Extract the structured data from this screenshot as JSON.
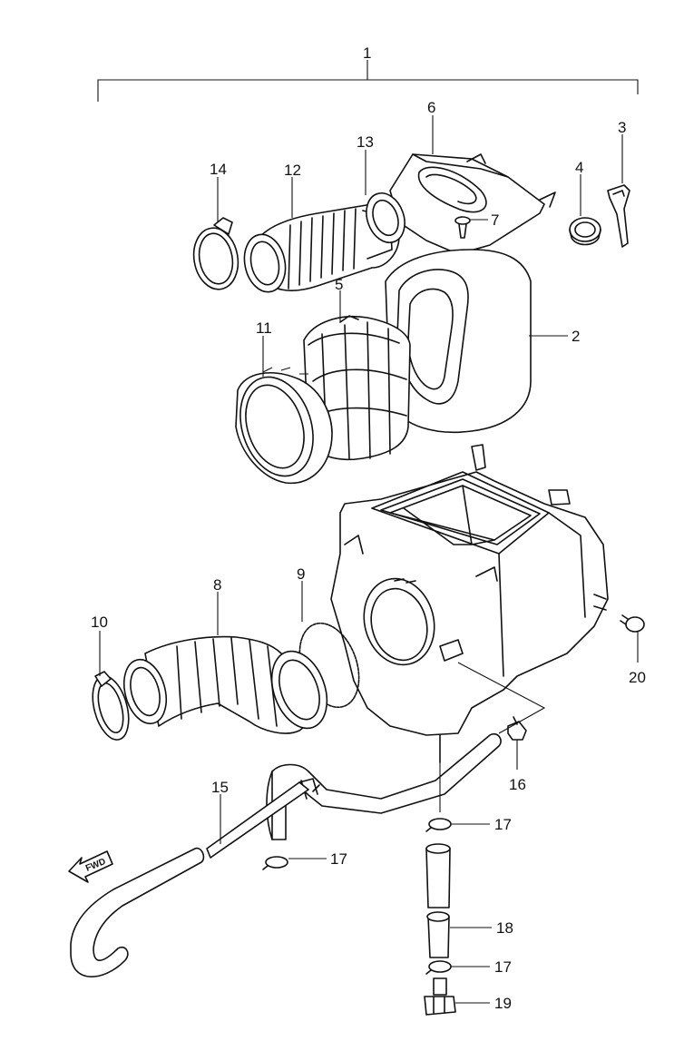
{
  "callouts": {
    "c1": "1",
    "c2": "2",
    "c3": "3",
    "c4": "4",
    "c5": "5",
    "c6": "6",
    "c7": "7",
    "c8": "8",
    "c9": "9",
    "c10": "10",
    "c11": "11",
    "c12": "12",
    "c13": "13",
    "c14": "14",
    "c15": "15",
    "c16": "16",
    "c17a": "17",
    "c17b": "17",
    "c17c": "17",
    "c18": "18",
    "c19": "19",
    "c20": "20"
  },
  "direction_marker": {
    "label": "FWD",
    "icon": "arrow-left-icon"
  }
}
